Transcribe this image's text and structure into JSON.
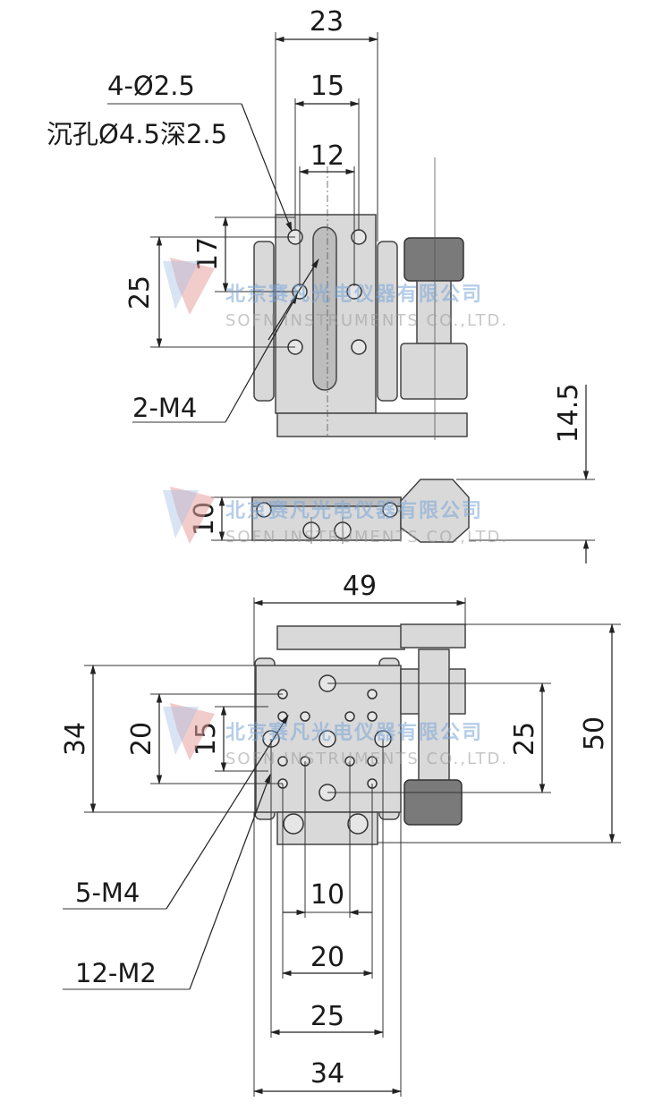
{
  "watermark": {
    "company_cn": "北京赛凡光电仪器有限公司",
    "company_en": "SOFN INSTRUMENTS CO.,LTD."
  },
  "top_view": {
    "dim_width_23": "23",
    "dim_width_15": "15",
    "dim_width_12": "12",
    "dim_height_17": "17",
    "dim_height_25": "25",
    "callout_holes": "4-Ø2.5",
    "callout_counterbore": "沉孔Ø4.5深2.5",
    "callout_threads": "2-M4"
  },
  "side_view": {
    "dim_height_10": "10",
    "dim_offset_14_5": "14.5"
  },
  "bottom_view": {
    "dim_width_49": "49",
    "dim_height_34": "34",
    "dim_height_20": "20",
    "dim_height_15": "15",
    "dim_height_25": "25",
    "dim_height_50": "50",
    "dim_width_10": "10",
    "dim_width_20": "20",
    "dim_width_25": "25",
    "dim_width_34": "34",
    "callout_5m4": "5-M4",
    "callout_12m2": "12-M2"
  }
}
